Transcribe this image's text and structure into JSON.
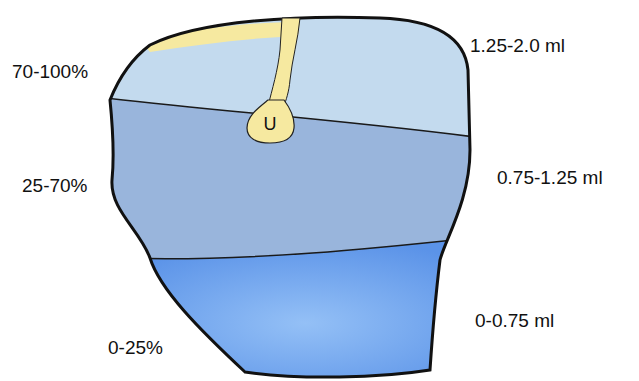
{
  "diagram": {
    "nodes": [
      {
        "text": [
          "U"
        ]
      }
    ],
    "labels": [
      "70-100%",
      "1.25-2.0 ml",
      "25-70%",
      "0.75-1.25 ml",
      "0-0.75 ml",
      "0-25%"
    ]
  }
}
